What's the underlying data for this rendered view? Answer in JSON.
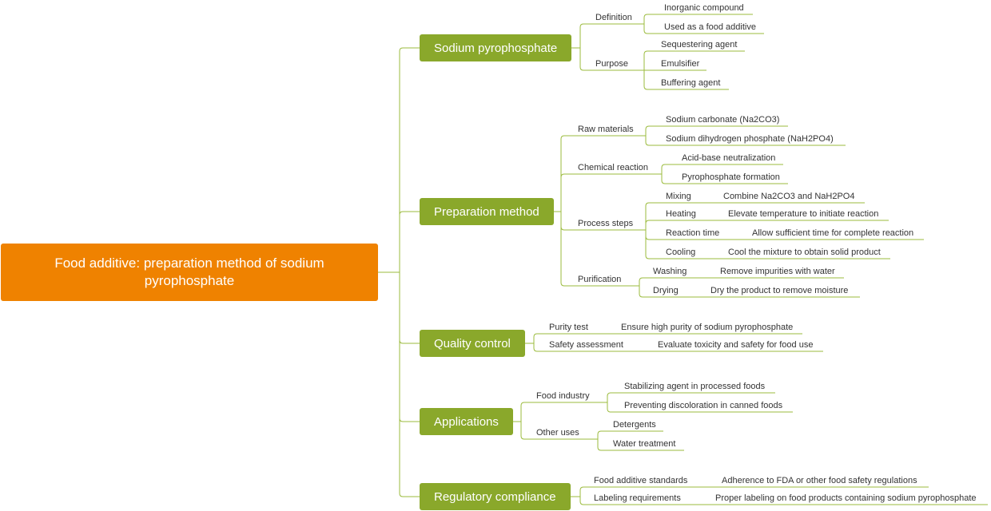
{
  "root": {
    "label": "Food additive: preparation method of sodium pyrophosphate"
  },
  "colors": {
    "root": "#ef8200",
    "branch": "#8aa82b",
    "line": "#9bbb3d"
  },
  "branches": [
    {
      "label": "Sodium pyrophosphate",
      "children": [
        {
          "label": "Definition",
          "children": [
            {
              "label": "Inorganic compound"
            },
            {
              "label": "Used as a food additive"
            }
          ]
        },
        {
          "label": "Purpose",
          "children": [
            {
              "label": "Sequestering agent"
            },
            {
              "label": "Emulsifier"
            },
            {
              "label": "Buffering agent"
            }
          ]
        }
      ]
    },
    {
      "label": "Preparation method",
      "children": [
        {
          "label": "Raw materials",
          "children": [
            {
              "label": "Sodium carbonate (Na2CO3)"
            },
            {
              "label": "Sodium dihydrogen phosphate (NaH2PO4)"
            }
          ]
        },
        {
          "label": "Chemical reaction",
          "children": [
            {
              "label": "Acid-base neutralization"
            },
            {
              "label": "Pyrophosphate formation"
            }
          ]
        },
        {
          "label": "Process steps",
          "children": [
            {
              "label": "Mixing",
              "children": [
                {
                  "label": "Combine Na2CO3 and NaH2PO4"
                }
              ]
            },
            {
              "label": "Heating",
              "children": [
                {
                  "label": "Elevate temperature to initiate reaction"
                }
              ]
            },
            {
              "label": "Reaction time",
              "children": [
                {
                  "label": "Allow sufficient time for complete reaction"
                }
              ]
            },
            {
              "label": "Cooling",
              "children": [
                {
                  "label": "Cool the mixture to obtain solid product"
                }
              ]
            }
          ]
        },
        {
          "label": "Purification",
          "children": [
            {
              "label": "Washing",
              "children": [
                {
                  "label": "Remove impurities with water"
                }
              ]
            },
            {
              "label": "Drying",
              "children": [
                {
                  "label": "Dry the product to remove moisture"
                }
              ]
            }
          ]
        }
      ]
    },
    {
      "label": "Quality control",
      "children": [
        {
          "label": "Purity test",
          "children": [
            {
              "label": "Ensure high purity of sodium pyrophosphate"
            }
          ]
        },
        {
          "label": "Safety assessment",
          "children": [
            {
              "label": "Evaluate toxicity and safety for food use"
            }
          ]
        }
      ]
    },
    {
      "label": "Applications",
      "children": [
        {
          "label": "Food industry",
          "children": [
            {
              "label": "Stabilizing agent in processed foods"
            },
            {
              "label": "Preventing discoloration in canned foods"
            }
          ]
        },
        {
          "label": "Other uses",
          "children": [
            {
              "label": "Detergents"
            },
            {
              "label": "Water treatment"
            }
          ]
        }
      ]
    },
    {
      "label": "Regulatory compliance",
      "children": [
        {
          "label": "Food additive standards",
          "children": [
            {
              "label": "Adherence to FDA or other food safety regulations"
            }
          ]
        },
        {
          "label": "Labeling requirements",
          "children": [
            {
              "label": "Proper labeling on food products containing sodium pyrophosphate"
            }
          ]
        }
      ]
    }
  ]
}
